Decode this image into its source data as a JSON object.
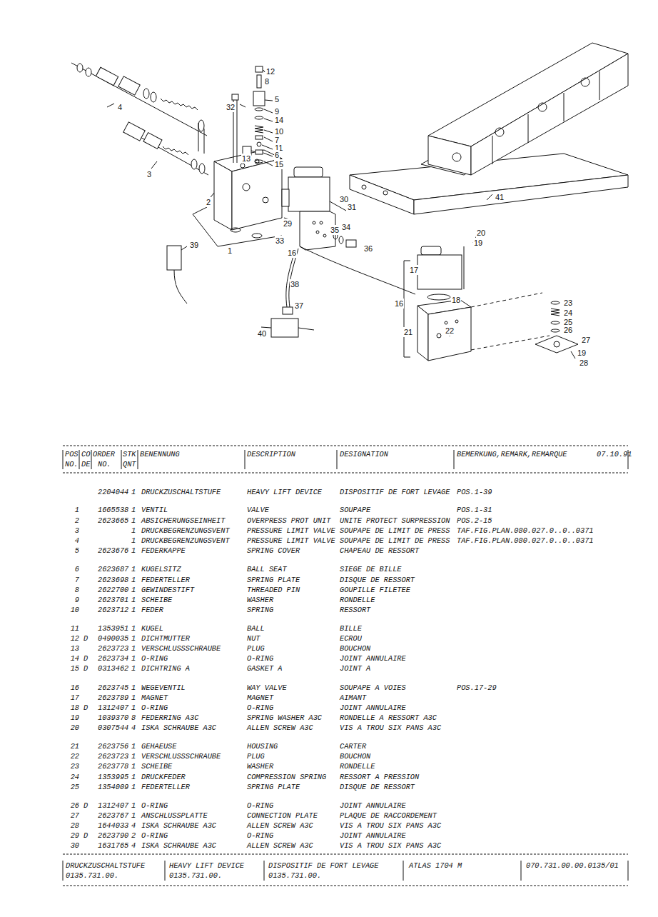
{
  "diagram": {
    "labels": [
      "12",
      "8",
      "32",
      "5",
      "9",
      "14",
      "10",
      "7",
      "11",
      "13",
      "6",
      "15",
      "4",
      "3",
      "2",
      "31",
      "30",
      "29",
      "35",
      "34",
      "33",
      "36",
      "1",
      "16",
      "39",
      "41",
      "20",
      "19",
      "17",
      "18",
      "16",
      "23",
      "24",
      "25",
      "26",
      "27",
      "22",
      "21",
      "19",
      "28",
      "38",
      "37",
      "40",
      "POS",
      "CO",
      "ORDER",
      "STK",
      "BENENNUNG",
      "DESCRIPTION",
      "DESIGNATION",
      "BEMERKUNG,REMARK,REMARQUE",
      "07.10.91",
      "NO.",
      "DE",
      "NO.",
      "QNT",
      "2204044",
      "1",
      "DRUCKZUSCHALTSTUFE",
      "HEAVY LIFT DEVICE",
      "DISPOSITIF DE FORT LEVAGE",
      "POS.1-39",
      "1",
      "1665538",
      "1",
      "VENTIL",
      "VALVE",
      "SOUPAPE",
      "POS.1-31",
      "2",
      "2623665",
      "1",
      "ABSICHERUNGSEINHEIT",
      "OVERPRESS PROT UNIT",
      "UNITE PROTECT SURPRESSION",
      "POS.2-15",
      "3",
      "1",
      "DRUCKBEGRENZUNGSVENT",
      "PRESSURE LIMIT VALVE",
      "SOUPAPE DE LIMIT DE PRESS",
      "TAF.FIG.PLAN.080.027.0..0..0371",
      "4",
      "1",
      "DRUCKBEGRENZUNGSVENT",
      "PRESSURE LIMIT VALVE",
      "SOUPAPE DE LIMIT DE PRESS",
      "TAF.FIG.PLAN.080.027.0..0..0371",
      "5",
      "2623676",
      "1",
      "FEDERKAPPE",
      "SPRING COVER",
      "CHAPEAU DE RESSORT",
      "6",
      "2623687",
      "1",
      "KUGELSITZ",
      "BALL SEAT",
      "SIEGE DE BILLE",
      "7",
      "2623698",
      "1",
      "FEDERTELLER",
      "SPRING PLATE",
      "DISQUE DE RESSORT",
      "8",
      "2622700",
      "1",
      "GEWINDESTIFT",
      "THREADED PIN",
      "GOUPILLE FILETEE",
      "9",
      "2623701",
      "1",
      "SCHEIBE",
      "WASHER",
      "RONDELLE",
      "10",
      "2623712",
      "1",
      "FEDER",
      "SPRING",
      "RESSORT",
      "11",
      "1353951",
      "1",
      "KUGEL",
      "BALL",
      "BILLE",
      "12",
      "D",
      "0490035",
      "1",
      "DICHTMUTTER",
      "NUT",
      "ECROU",
      "13",
      "2623723",
      "1",
      "VERSCHLUSSSCHRAUBE",
      "PLUG",
      "BOUCHON",
      "14",
      "D",
      "2623734",
      "1",
      "O-RING",
      "O-RING",
      "JOINT ANNULAIRE",
      "15",
      "D",
      "0313462",
      "1",
      "DICHTRING A",
      "GASKET A",
      "JOINT A",
      "16",
      "2623745",
      "1",
      "WEGEVENTIL",
      "WAY VALVE",
      "SOUPAPE A VOIES",
      "POS.17-29",
      "17",
      "2623789",
      "1",
      "MAGNET",
      "MAGNET",
      "AIMANT",
      "18",
      "D",
      "1312407",
      "1",
      "O-RING",
      "O-RING",
      "JOINT ANNULAIRE",
      "19",
      "1039370",
      "8",
      "FEDERRING A3C",
      "SPRING WASHER A3C",
      "RONDELLE A RESSORT A3C",
      "20",
      "0307544",
      "4",
      "ISKA SCHRAUBE A3C",
      "ALLEN SCREW A3C",
      "VIS A TROU SIX PANS A3C",
      "21",
      "2623756",
      "1",
      "GEHAEUSE",
      "HOUSING",
      "CARTER",
      "22",
      "2623723",
      "1",
      "VERSCHLUSSSCHRAUBE",
      "PLUG",
      "BOUCHON",
      "23",
      "2623778",
      "1",
      "SCHEIBE",
      "WASHER",
      "RONDELLE",
      "24",
      "1353995",
      "1",
      "DRUCKFEDER",
      "COMPRESSION SPRING",
      "RESSORT A PRESSION",
      "25",
      "1354009",
      "1",
      "FEDERTELLER",
      "SPRING PLATE",
      "DISQUE DE RESSORT",
      "26",
      "D",
      "1312407",
      "1",
      "O-RING",
      "O-RING",
      "JOINT ANNULAIRE",
      "27",
      "2623767",
      "1",
      "ANSCHLUSSPLATTE",
      "CONNECTION PLATE",
      "PLAQUE DE RACCORDEMENT",
      "28",
      "1644033",
      "4",
      "ISKA SCHRAUBE A3C",
      "ALLEN SCREW A3C",
      "VIS A TROU SIX PANS A3C",
      "29",
      "D",
      "2623790",
      "2",
      "O-RING",
      "O-RING",
      "JOINT ANNULAIRE",
      "30",
      "1631765",
      "4",
      "ISKA SCHRAUBE A3C",
      "ALLEN SCREW A3C",
      "VIS A TROU SIX PANS A3C",
      "DRUCKZUSCHALTSTUFE",
      "HEAVY LIFT DEVICE",
      "DISPOSITIF DE FORT LEVAGE",
      "ATLAS 1704 M",
      "070.731.00.00.0135/01",
      "0135.731.00.",
      "0135.731.00.",
      "0135.731.00."
    ]
  }
}
